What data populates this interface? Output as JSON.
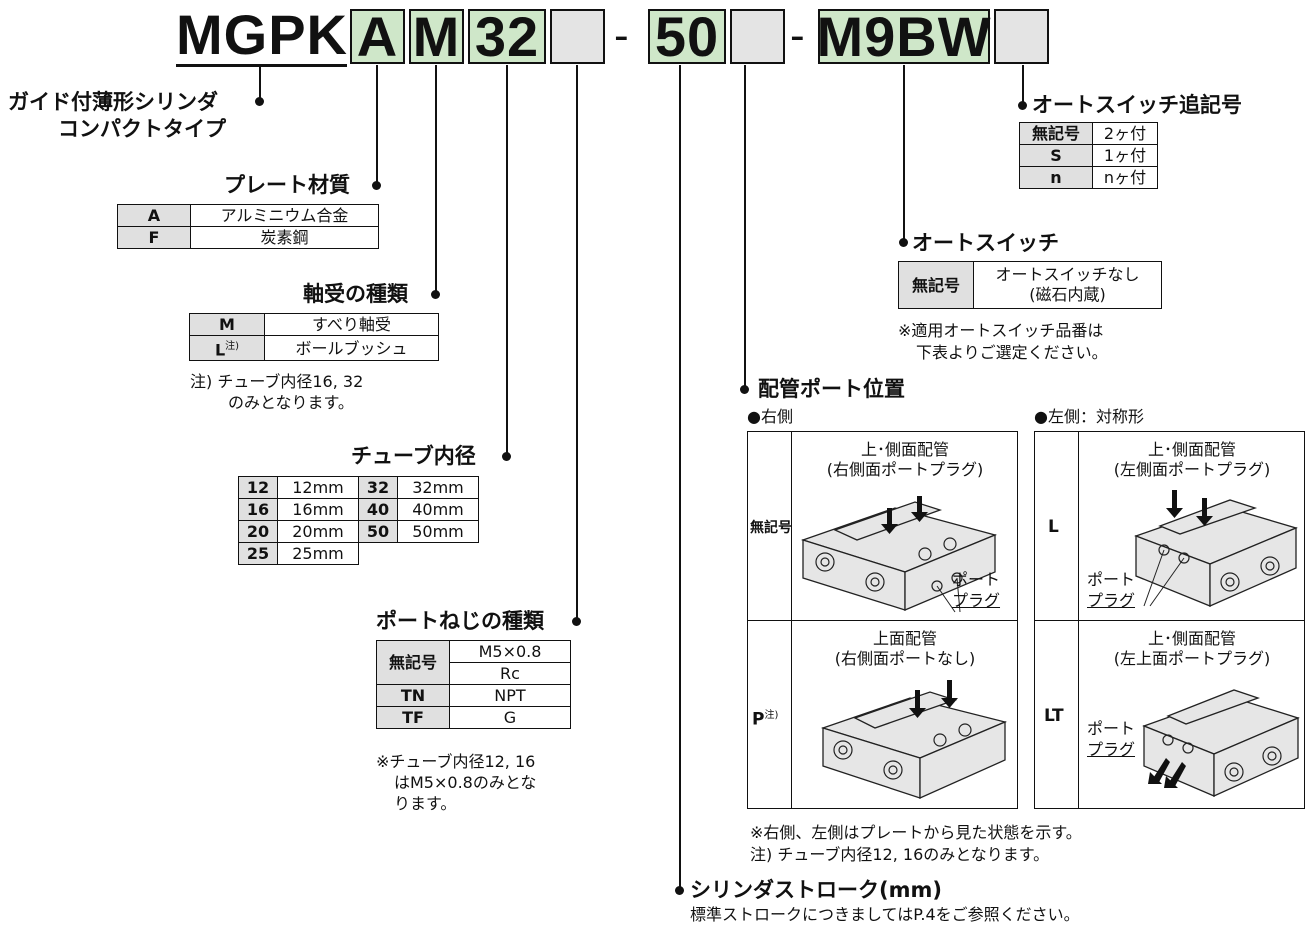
{
  "model_code": {
    "prefix": "MGPK",
    "plate": "A",
    "bearing": "M",
    "bore": "32",
    "port_thread": "",
    "dash1": "-",
    "stroke": "50",
    "piping": "",
    "dash2": "-",
    "switch": "M9BW",
    "switch_count": ""
  },
  "cylinder_type": {
    "line1": "ガイド付薄形シリンダ",
    "line2": "コンパクトタイプ"
  },
  "plate_material": {
    "title": "プレート材質",
    "rows": [
      {
        "code": "A",
        "value": "アルミニウム合金"
      },
      {
        "code": "F",
        "value": "炭素鋼"
      }
    ]
  },
  "bearing_type": {
    "title": "軸受の種類",
    "rows": [
      {
        "code": "M",
        "sup": "",
        "value": "すべり軸受"
      },
      {
        "code": "L",
        "sup": "注)",
        "value": "ボールブッシュ"
      }
    ],
    "note1": "注) チューブ内径16, 32",
    "note2": "のみとなります。"
  },
  "tube_bore": {
    "title": "チューブ内径",
    "rows": [
      {
        "c1": "12",
        "v1": "12mm",
        "c2": "32",
        "v2": "32mm"
      },
      {
        "c1": "16",
        "v1": "16mm",
        "c2": "40",
        "v2": "40mm"
      },
      {
        "c1": "20",
        "v1": "20mm",
        "c2": "50",
        "v2": "50mm"
      },
      {
        "c1": "25",
        "v1": "25mm",
        "c2": "",
        "v2": ""
      }
    ]
  },
  "port_thread": {
    "title": "ポートねじの種類",
    "rows": [
      {
        "code": "無記号",
        "value": "M5×0.8"
      },
      {
        "code": "",
        "value": "Rc"
      },
      {
        "code": "TN",
        "value": "NPT"
      },
      {
        "code": "TF",
        "value": "G"
      }
    ],
    "note1": "※チューブ内径12, 16",
    "note2": "はM5×0.8のみとな",
    "note3": "ります。"
  },
  "stroke": {
    "title": "シリンダストローク(mm)",
    "note": "標準ストロークにつきましてはP.4をご参照ください。"
  },
  "switch_suffix": {
    "title": "オートスイッチ追記号",
    "rows": [
      {
        "code": "無記号",
        "value": "2ヶ付"
      },
      {
        "code": "S",
        "value": "1ヶ付"
      },
      {
        "code": "n",
        "value": "nヶ付"
      }
    ]
  },
  "auto_switch": {
    "title": "オートスイッチ",
    "code": "無記号",
    "value1": "オートスイッチなし",
    "value2": "(磁石内蔵)",
    "note1": "※適用オートスイッチ品番は",
    "note2": "下表よりご選定ください。"
  },
  "piping": {
    "title": "配管ポート位置",
    "right_label": "●右側",
    "left_label": "●左側：対称形",
    "cells": [
      {
        "code": "無記号",
        "cap1": "上･側面配管",
        "cap2": "(右側面ポートプラグ)",
        "port1": "ポート",
        "port2": "プラグ"
      },
      {
        "code": "P",
        "sup": "注)",
        "cap1": "上面配管",
        "cap2": "(右側面ポートなし)"
      },
      {
        "code": "L",
        "cap1": "上･側面配管",
        "cap2": "(左側面ポートプラグ)",
        "port1": "ポート",
        "port2": "プラグ"
      },
      {
        "code": "LT",
        "cap1": "上･側面配管",
        "cap2": "(左上面ポートプラグ)",
        "port1": "ポート",
        "port2": "プラグ"
      }
    ],
    "note1": "※右側、左側はプレートから見た状態を示す。",
    "note2": "注) チューブ内径12, 16のみとなります。"
  },
  "colors": {
    "code_box": "#cfe7c9",
    "empty_box": "#e4e4e4",
    "key_cell": "#e0e0e0"
  }
}
